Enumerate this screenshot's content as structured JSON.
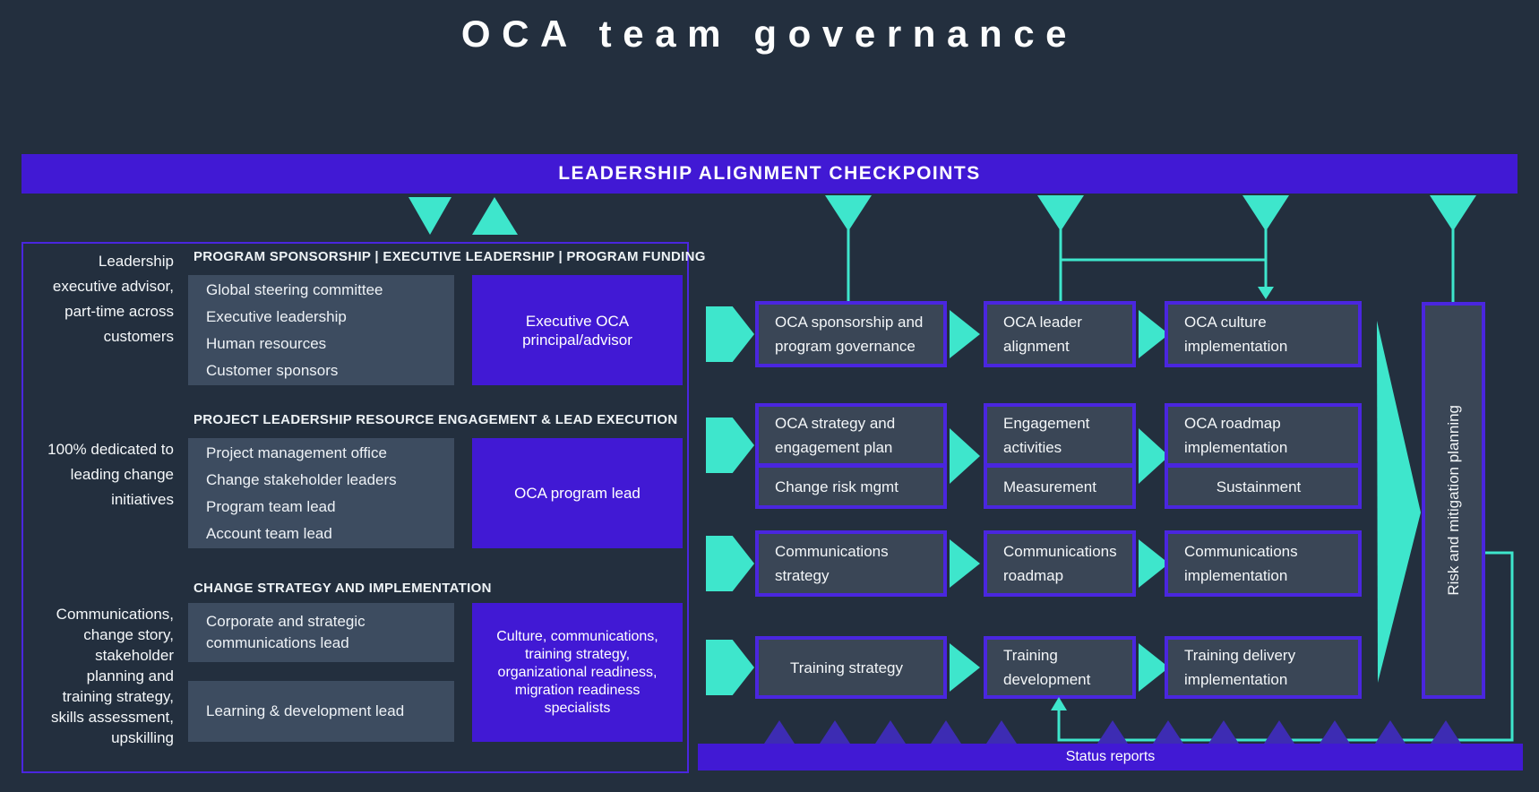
{
  "title": "OCA team governance",
  "banner": {
    "label": "LEADERSHIP ALIGNMENT CHECKPOINTS"
  },
  "colors": {
    "background": "#232f3e",
    "purple": "#4119d4",
    "purple_border": "#4a26df",
    "teal": "#3ee6cc",
    "slate_cell": "#3a4656",
    "slate_list": "#3d4c60",
    "status_triangle": "#3d2cb3"
  },
  "left_panel": {
    "sections": [
      {
        "label": "Leadership executive advisor, part-time across customers",
        "header": "PROGRAM SPONSORSHIP | EXECUTIVE LEADERSHIP | PROGRAM FUNDING",
        "items": [
          "Global steering committee",
          "Executive leadership",
          "Human resources",
          "Customer sponsors"
        ],
        "highlight": "Executive OCA principal/advisor"
      },
      {
        "label": "100% dedicated to leading change initiatives",
        "header": "PROJECT LEADERSHIP RESOURCE ENGAGEMENT & LEAD EXECUTION",
        "items": [
          "Project management office",
          "Change stakeholder leaders",
          "Program team lead",
          "Account team lead"
        ],
        "highlight": "OCA program lead"
      },
      {
        "label": "Communications, change story, stakeholder planning and training strategy, skills assessment, upskilling",
        "header": "CHANGE STRATEGY AND IMPLEMENTATION",
        "items": [
          "Corporate and strategic communications lead",
          "Learning & development lead"
        ],
        "highlight": "Culture, communications, training strategy, organizational readiness, migration readiness specialists"
      }
    ]
  },
  "flow": {
    "rows": [
      {
        "cells": [
          {
            "title": "OCA  sponsorship and program governance"
          },
          {
            "title": "OCA leader alignment"
          },
          {
            "title": "OCA culture implementation"
          }
        ]
      },
      {
        "cells": [
          {
            "title": "OCA strategy and engagement plan",
            "sub": "Change risk mgmt"
          },
          {
            "title": "Engagement activities",
            "sub": "Measurement"
          },
          {
            "title": "OCA roadmap implementation",
            "sub": "Sustainment"
          }
        ]
      },
      {
        "cells": [
          {
            "title": "Communications strategy"
          },
          {
            "title": "Communications roadmap"
          },
          {
            "title": "Communications implementation"
          }
        ]
      },
      {
        "cells": [
          {
            "title": "Training strategy"
          },
          {
            "title": "Training development"
          },
          {
            "title": "Training delivery implementation"
          }
        ]
      }
    ]
  },
  "risk_box": {
    "label": "Risk and mitigation planning"
  },
  "status_bar": {
    "label": "Status reports"
  }
}
